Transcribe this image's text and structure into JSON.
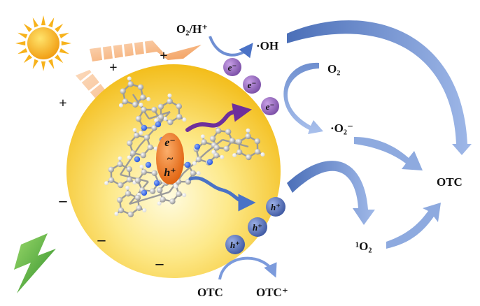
{
  "labels": {
    "o2_hplus": "O₂/H⁺",
    "oh_radical": "·OH",
    "o2": "O₂",
    "superoxide": "·O₂⁻",
    "singlet_o2": "¹O₂",
    "otc_right": "OTC",
    "otc_bottom": "OTC",
    "otc_plus": "OTC⁺",
    "electron": "e⁻",
    "hole": "h⁺",
    "pair_e": "e⁻",
    "pair_tilde": "~",
    "pair_h": "h⁺",
    "plus": "+",
    "minus": "–"
  },
  "icons": {
    "light_source": "sun-icon",
    "electric_field": "lightning-bolt-icon"
  },
  "colors": {
    "sphere_center": "#fff9c4",
    "sphere_edge": "#f6c21c",
    "electron_fill": "#9b6ac0",
    "hole_fill": "#5b74b8",
    "pair_fill": "#f07a1f",
    "arrow_fill": "#8aa6dd",
    "bolt_fill": "#5cb33e",
    "sun_fill": "#f7b21b"
  }
}
